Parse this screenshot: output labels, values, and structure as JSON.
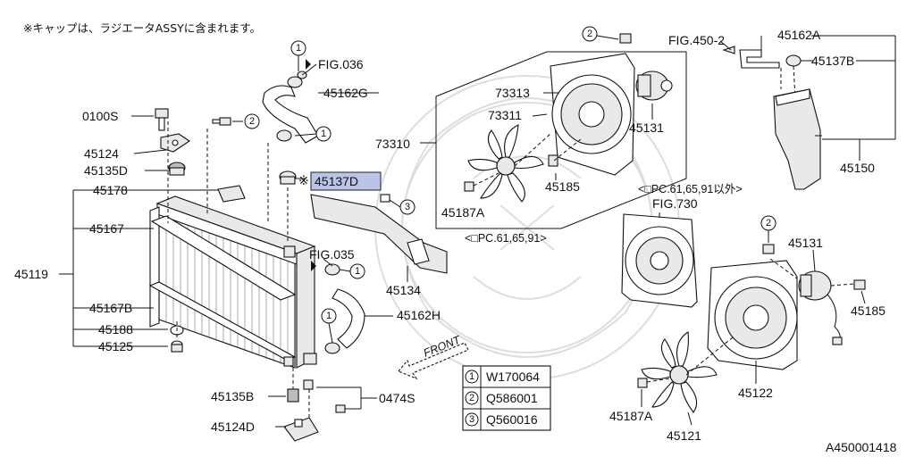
{
  "header_note": "※キャップは、ラジエータASSYに含まれます。",
  "diagram_id": "A450001418",
  "highlight_label": "45137D",
  "highlight_prefix": "※",
  "labels": {
    "p0100S": "0100S",
    "p45124": "45124",
    "p45135D": "45135D",
    "p45178": "45178",
    "p45167": "45167",
    "p45119": "45119",
    "p45167B": "45167B",
    "p45188": "45188",
    "p45125": "45125",
    "p45135B": "45135B",
    "p45124D": "45124D",
    "p0474S": "0474S",
    "p45162G": "45162G",
    "p45162H": "45162H",
    "p45134": "45134",
    "fig036": "FIG.036",
    "fig035": "FIG.035",
    "front": "FRONT",
    "p73310": "73310",
    "p73313": "73313",
    "p73311": "73311",
    "p45131_top": "45131",
    "p45185_top": "45185",
    "p45187A_top": "45187A",
    "opc_top": "<□PC.61,65,91>",
    "opc_excl": "<□PC.61,65,91以外>",
    "fig730": "FIG.730",
    "p45131_bot": "45131",
    "p45185_bot": "45185",
    "p45122": "45122",
    "p45187A_bot": "45187A",
    "p45121": "45121",
    "fig450": "FIG.450-2",
    "p45162A": "45162A",
    "p45137B": "45137B",
    "p45150": "45150"
  },
  "callouts": [
    "1",
    "2",
    "3"
  ],
  "legend": [
    {
      "num": "1",
      "code": "W170064"
    },
    {
      "num": "2",
      "code": "Q586001"
    },
    {
      "num": "3",
      "code": "Q560016"
    }
  ]
}
